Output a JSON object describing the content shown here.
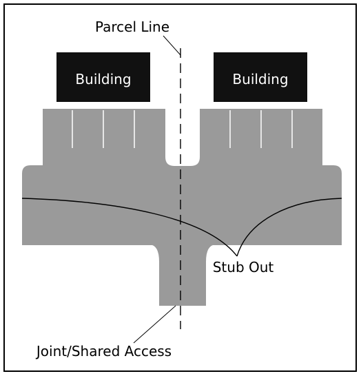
{
  "labels": {
    "parcel_line": "Parcel Line",
    "building_left": "Building",
    "building_right": "Building",
    "stub_out": "Stub Out",
    "joint_access": "Joint/Shared Access"
  },
  "colors": {
    "pavement": "#9a9a9a",
    "building": "#111111",
    "stall_line": "#ffffff",
    "ink": "#000000",
    "frame": "#000000",
    "background": "#ffffff"
  }
}
